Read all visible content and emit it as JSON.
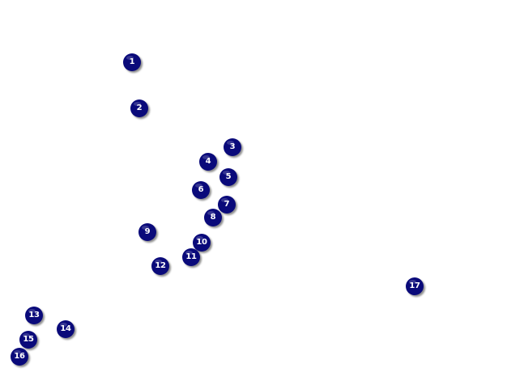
{
  "colors": {
    "marker_fill": "#0a0a7a",
    "marker_text": "#ffffff",
    "background": "#ffffff"
  },
  "markers": [
    {
      "label": "1"
    },
    {
      "label": "2"
    },
    {
      "label": "3"
    },
    {
      "label": "4"
    },
    {
      "label": "5"
    },
    {
      "label": "6"
    },
    {
      "label": "7"
    },
    {
      "label": "8"
    },
    {
      "label": "9"
    },
    {
      "label": "10"
    },
    {
      "label": "11"
    },
    {
      "label": "12"
    },
    {
      "label": "13"
    },
    {
      "label": "14"
    },
    {
      "label": "15"
    },
    {
      "label": "16"
    },
    {
      "label": "17"
    }
  ]
}
